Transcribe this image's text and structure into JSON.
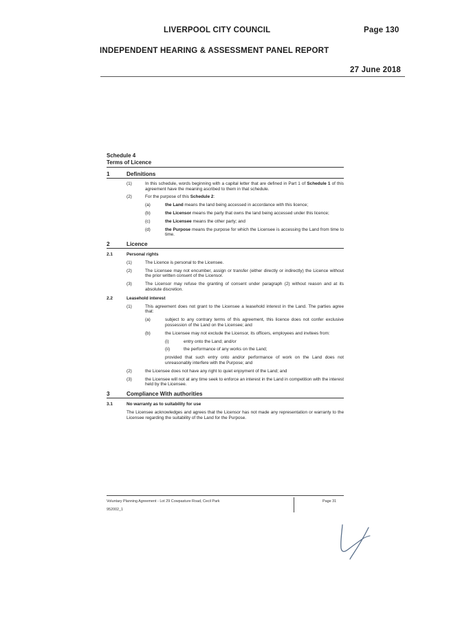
{
  "header": {
    "council": "LIVERPOOL CITY COUNCIL",
    "page": "Page 130",
    "report": "INDEPENDENT HEARING & ASSESSMENT PANEL REPORT",
    "date": "27 June 2018"
  },
  "schedule": {
    "title": "Schedule 4",
    "subtitle": "Terms of Licence",
    "s1": {
      "num": "1",
      "title": "Definitions",
      "p1_num": "(1)",
      "p1_a": "In this schedule, words beginning with a capital letter that are defined in Part 1 of ",
      "p1_b": "Schedule 1",
      "p1_c": " of this agreement have the meaning ascribed to them in that schedule.",
      "p2_num": "(2)",
      "p2_a": "For the purpose of this ",
      "p2_b": "Schedule 2",
      "p2_c": ":",
      "items": [
        {
          "num": "(a)",
          "term": "the Land",
          "text": " means the land being accessed in accordance with this licence;"
        },
        {
          "num": "(b)",
          "term": "the Licensor",
          "text": " means the party that owns the land being accessed under this licence;"
        },
        {
          "num": "(c)",
          "term": "the Licensee",
          "text": " means the other party; and"
        },
        {
          "num": "(d)",
          "term": "the Purpose",
          "text": " means the purpose for which the Licensee is accessing the Land from time to time."
        }
      ]
    },
    "s2": {
      "num": "2",
      "title": "Licence",
      "s21_num": "2.1",
      "s21_title": "Personal rights",
      "s21_items": [
        {
          "num": "(1)",
          "text": "The Licence is personal to the Licensee."
        },
        {
          "num": "(2)",
          "text": "The Licensee may not encumber, assign or transfer (either directly or indirectly) the Licence without the prior written consent of the Licensor."
        },
        {
          "num": "(3)",
          "text": "The Licensor may refuse the granting of consent under paragraph (2) without reason and at its absolute discretion."
        }
      ],
      "s22_num": "2.2",
      "s22_title": "Leasehold interest",
      "s22_p1_num": "(1)",
      "s22_p1_text": "This agreement does not grant to the Licensee a leasehold interest in the Land. The parties agree that:",
      "s22_a_num": "(a)",
      "s22_a_text": "subject to any contrary terms of this agreement, this licence does not confer exclusive possession of the Land on the Licensee; and",
      "s22_b_num": "(b)",
      "s22_b_text": "the Licensee may not exclude the Licensor, its officers, employees and invitees from:",
      "s22_i_num": "(i)",
      "s22_i_text": "entry onto the Land; and/or",
      "s22_ii_num": "(ii)",
      "s22_ii_text": "the performance of any works on the Land;",
      "s22_proviso": "provided that such entry onto and/or performance of work on the Land does not unreasonably interfere with the Purpose; and",
      "s22_p2_num": "(2)",
      "s22_p2_text": "the Licensee does not have any right to quiet enjoyment of the Land; and",
      "s22_p3_num": "(3)",
      "s22_p3_text": "the Licensee will not at any time seek to enforce an interest in the Land in competition with the interest held by the Licensee."
    },
    "s3": {
      "num": "3",
      "title": "Compliance With authorities",
      "s31_num": "3.1",
      "s31_title": "No warranty as to suitability for use",
      "s31_text": "The Licensee acknowledges and agrees that the Licensor has not made any representation or warranty to the Licensee regarding the suitability of the Land for the Purpose."
    },
    "footer": {
      "left": "Voluntary Planning Agreement - Lot 29 Cowpasture Road, Cecil Park",
      "ref": "952002_1",
      "right": "Page 31"
    }
  }
}
